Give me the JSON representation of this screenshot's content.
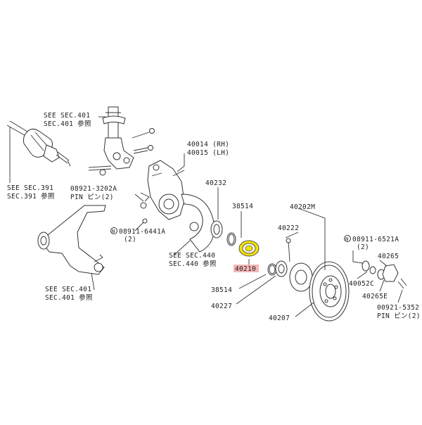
{
  "highlight_color": "#f4e200",
  "label_highlight_color": "#f5b7b7",
  "labels": {
    "see_401_top": "SEE SEC.401",
    "see_401_top_jp": "SEC.401 参照",
    "see_391": "SEE SEC.391",
    "see_391_jp": "SEC.391 参照",
    "knuckle_rh": "40014 (RH)",
    "knuckle_lh": "40015 (LH)",
    "pin_part": "08921-3202A",
    "pin_desc": "PIN ピン(2)",
    "nut_left": "08911-6441A",
    "nut_left_qty": "(2)",
    "see_440": "SEE SEC.440",
    "see_440_jp": "SEC.440 参照",
    "see_401_bottom": "SEE SEC.401",
    "see_401_bottom_jp": "SEC.401 参照",
    "p40232": "40232",
    "p38514_top": "38514",
    "p40210": "40210",
    "p38514_bottom": "38514",
    "p40227": "40227",
    "p40202m": "40202M",
    "p40222": "40222",
    "p40207": "40207",
    "nut_right": "08911-6521A",
    "nut_right_qty": "(2)",
    "p40265": "40265",
    "p40052c": "40052C",
    "p40265e": "40265E",
    "pin_right_part": "00921-5352",
    "pin_right_desc": "PIN ピン(2)",
    "n_symbol": "N"
  }
}
